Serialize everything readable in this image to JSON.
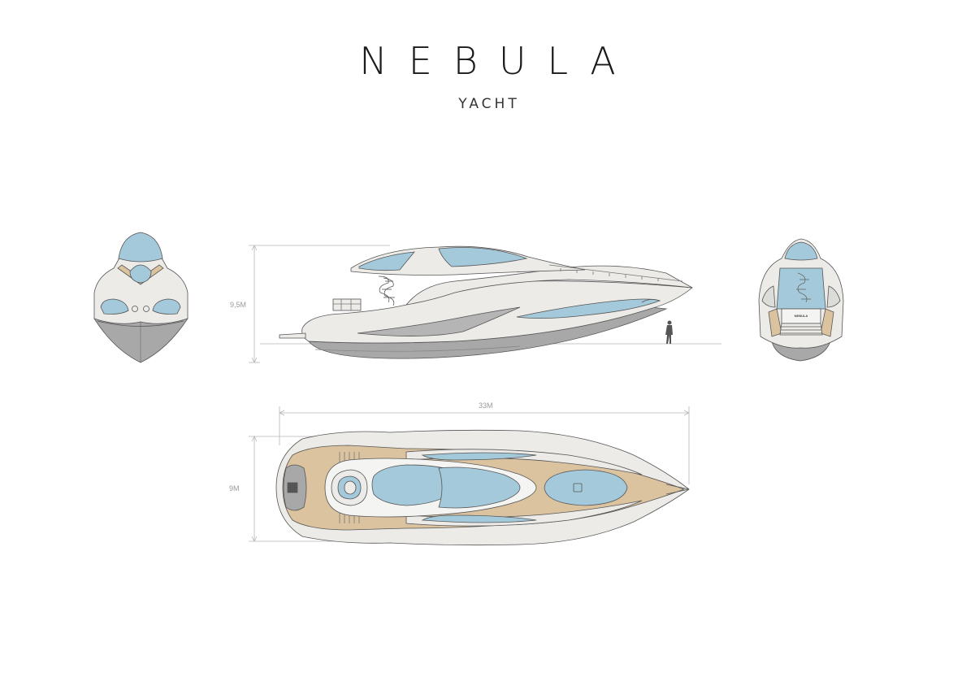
{
  "header": {
    "title": "NEBULA",
    "subtitle": "YACHT"
  },
  "dimensions": {
    "height": "9,5M",
    "length": "33M",
    "beam": "9M"
  },
  "stern_logo": "NEBULA",
  "colors": {
    "hull_white": "#ecebe8",
    "glass_blue": "#a4c9da",
    "teak": "#dcc3a0",
    "hull_grey": "#a8a8a8",
    "outline": "#555555",
    "dim_line": "#b5b5b5"
  }
}
